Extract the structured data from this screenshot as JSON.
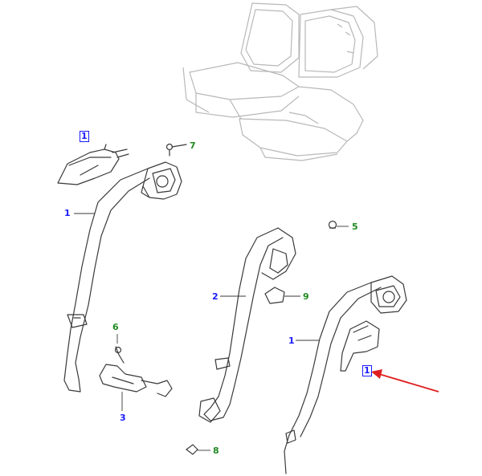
{
  "diagram": {
    "colors": {
      "part_line": "#3a3a3a",
      "seat_line": "#b8b8b8",
      "callout_blue": "#1a1aff",
      "callout_green": "#1f8a1f",
      "pointer": "#e02020"
    },
    "callouts": {
      "c1_top_box": "1",
      "c7": "7",
      "c1_left": "1",
      "c5": "5",
      "c2": "2",
      "c9": "9",
      "c1_right": "1",
      "c1_bottom_box": "1",
      "c6": "6",
      "c3": "3",
      "c8": "8"
    }
  }
}
